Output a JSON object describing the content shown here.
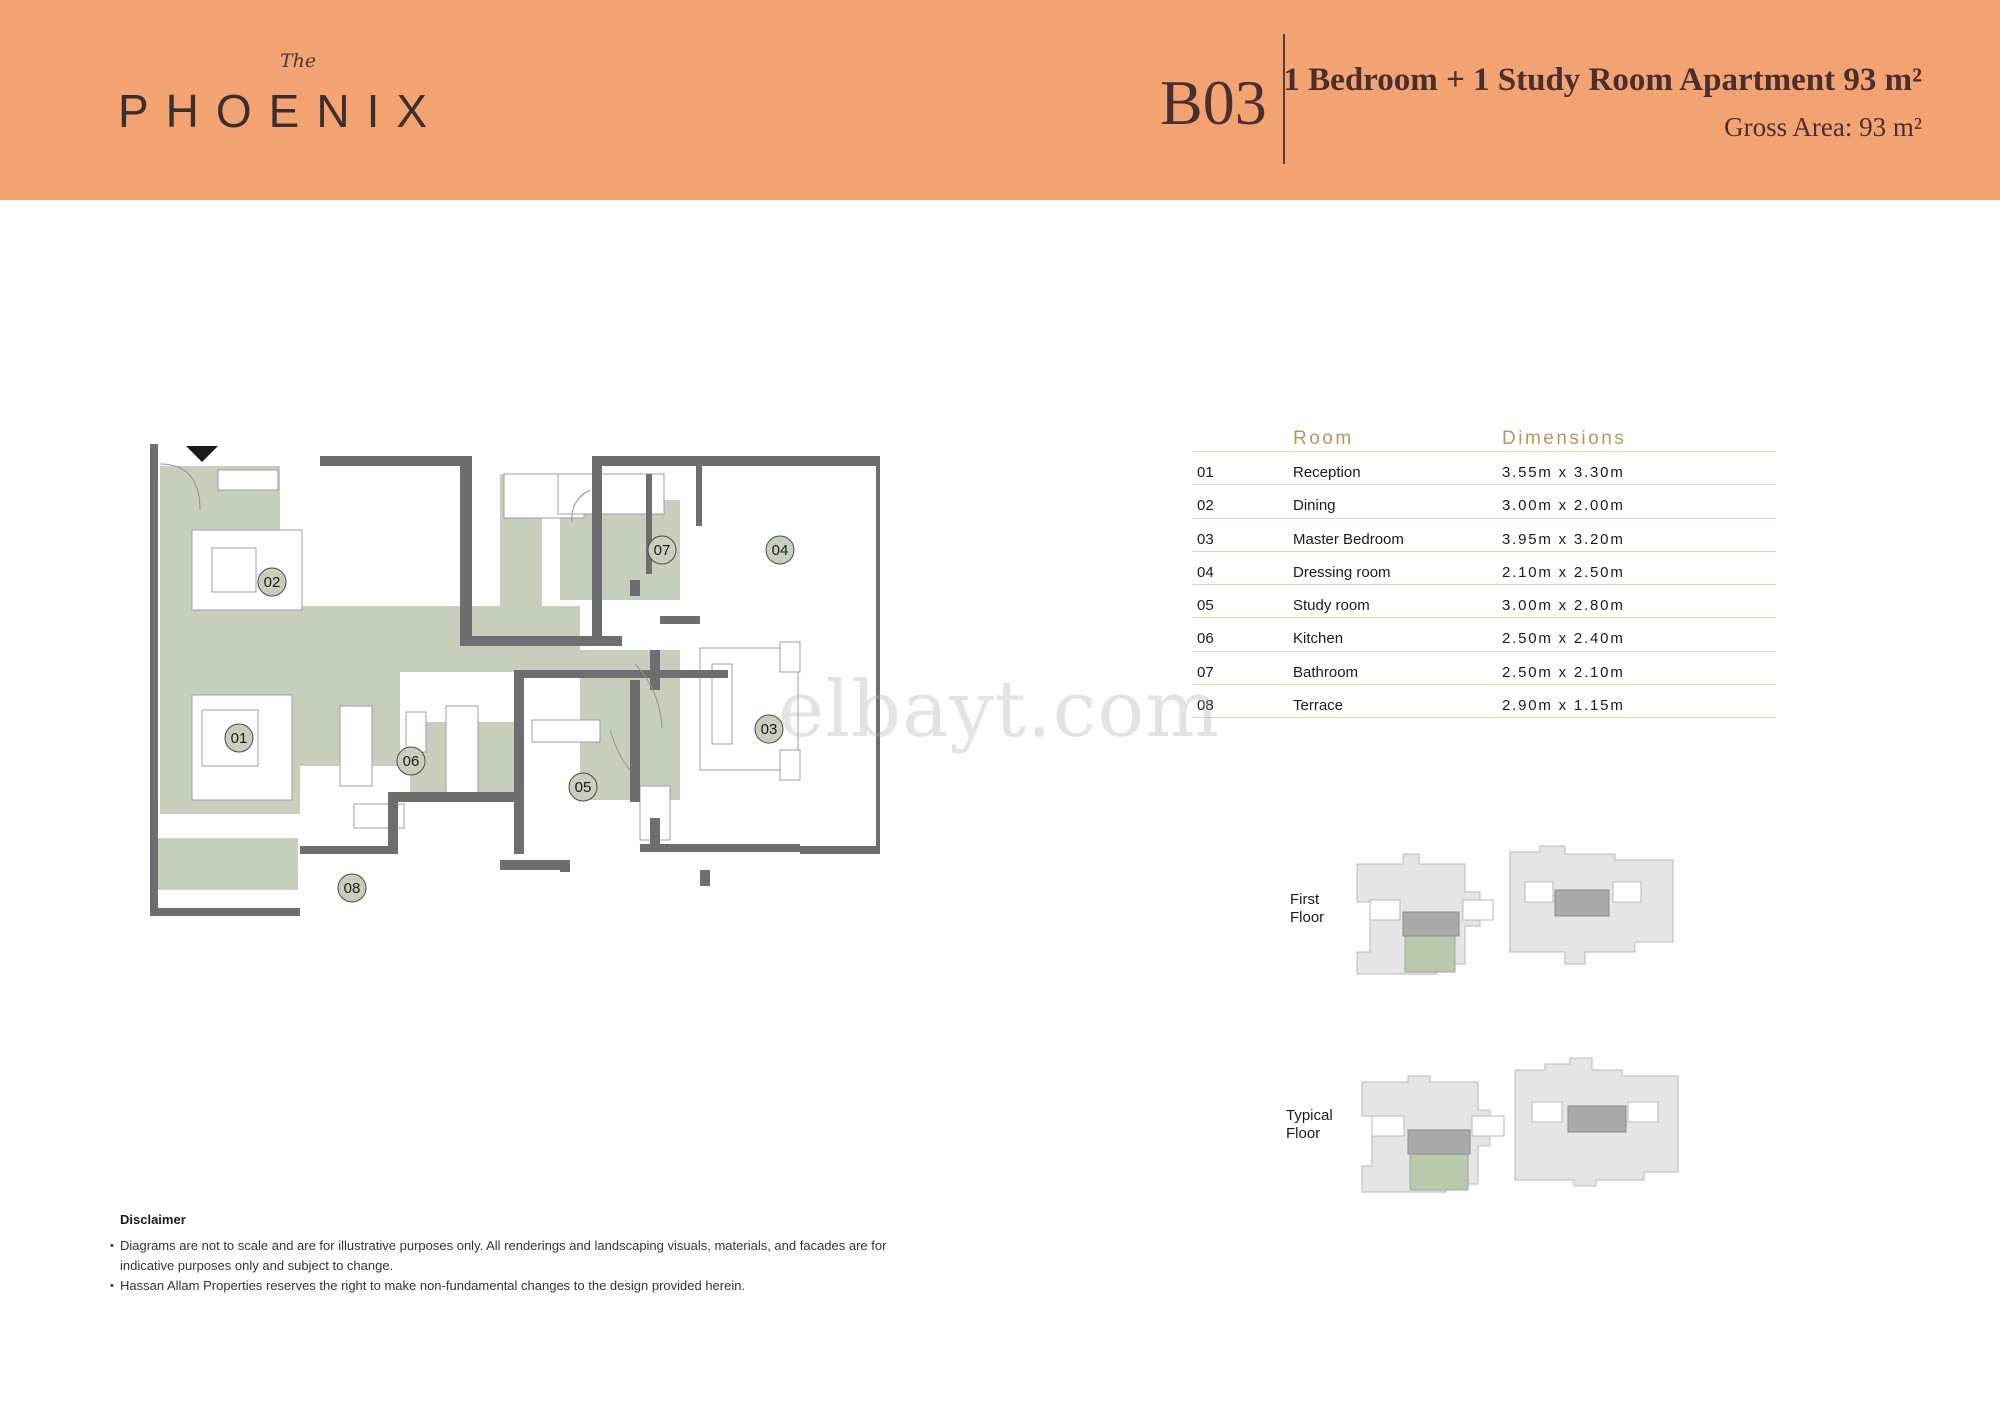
{
  "header": {
    "logo_the": "The",
    "logo_name": "PHOENIX",
    "unit_code": "B03",
    "title": "1 Bedroom + 1 Study Room Apartment 93 m²",
    "gross_area": "Gross Area: 93 m²",
    "background_color": "#f3a272"
  },
  "plan": {
    "room_tags": [
      "01",
      "02",
      "03",
      "04",
      "05",
      "06",
      "07",
      "08"
    ],
    "floor_color": "#c5cfbb",
    "wall_color": "#6d6e70",
    "entrance_icon": "entrance-arrow-icon"
  },
  "room_table": {
    "headers": {
      "room": "Room",
      "dimensions": "Dimensions"
    },
    "rows": [
      {
        "no": "01",
        "name": "Reception",
        "dim": "3.55m x 3.30m"
      },
      {
        "no": "02",
        "name": "Dining",
        "dim": "3.00m x 2.00m"
      },
      {
        "no": "03",
        "name": "Master Bedroom",
        "dim": "3.95m x 3.20m"
      },
      {
        "no": "04",
        "name": "Dressing room",
        "dim": "2.10m x 2.50m"
      },
      {
        "no": "05",
        "name": "Study room",
        "dim": "3.00m x 2.80m"
      },
      {
        "no": "06",
        "name": "Kitchen",
        "dim": "2.50m x 2.40m"
      },
      {
        "no": "07",
        "name": "Bathroom",
        "dim": "2.50m x 2.10m"
      },
      {
        "no": "08",
        "name": "Terrace",
        "dim": "2.90m x 1.15m"
      }
    ],
    "header_color": "#b8955c",
    "rule_color": "#d8dcb8"
  },
  "watermark": "elbayt.com",
  "key_plans": {
    "first": {
      "line1": "First",
      "line2": "Floor"
    },
    "typical": {
      "line1": "Typical",
      "line2": "Floor"
    },
    "highlight_color": "#b9c9ae"
  },
  "disclaimer": {
    "title": "Disclaimer",
    "lines": [
      "Diagrams are not to scale and are for illustrative purposes only. All renderings and landscaping visuals, materials, and facades are for indicative purposes only and subject to change.",
      "Hassan Allam Properties reserves the right to make non-fundamental changes to the design provided herein."
    ]
  }
}
